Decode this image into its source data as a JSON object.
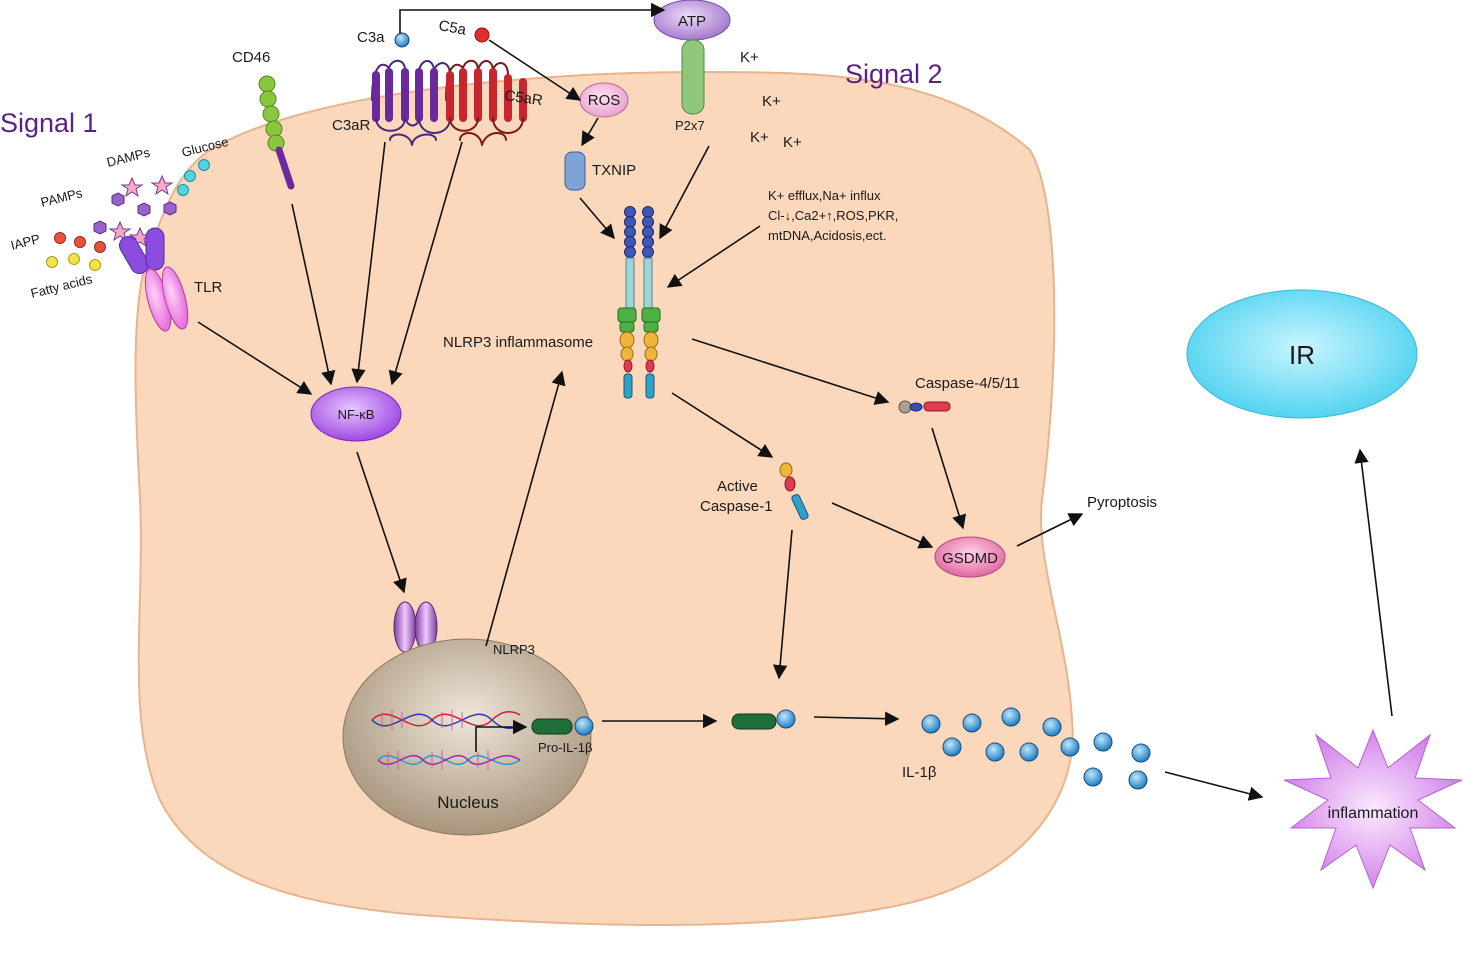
{
  "labels": {
    "signal1": "Signal 1",
    "signal2": "Signal 2",
    "cd46": "CD46",
    "c3a": "C3a",
    "c5a": "C5a",
    "c3ar": "C3aR",
    "c5ar": "C5aR",
    "atp": "ATP",
    "p2x7": "P2x7",
    "k1": "K+",
    "k2": "K+",
    "k3": "K+",
    "k4": "K+",
    "ros": "ROS",
    "txnip": "TXNIP",
    "stimuli_line1": "K+ efflux,Na+ influx",
    "stimuli_line2": "Cl-↓,Ca2+↑,ROS,PKR,",
    "stimuli_line3": "mtDNA,Acidosis,ect.",
    "damps": "DAMPs",
    "glucose": "Glucose",
    "pamps": "PAMPs",
    "iapp": "IAPP",
    "fatty_acids": "Fatty acids",
    "tlr": "TLR",
    "nfkb": "NF-κB",
    "nlrp3_inflammasome": "NLRP3 inflammasome",
    "caspase4511": "Caspase-4/5/11",
    "active_caspase1_line1": "Active",
    "active_caspase1_line2": "Caspase-1",
    "gsdmd": "GSDMD",
    "pyroptosis": "Pyroptosis",
    "nlrp3": "NLRP3",
    "pro_il1b": "Pro-IL-1β",
    "nucleus": "Nucleus",
    "il1b": "IL-1β",
    "inflammation": "inflammation",
    "ir": "IR"
  },
  "colors": {
    "cell": "#fbd7bc",
    "cell_edge": "#e8b48e",
    "nucleus": "#b9a791",
    "nfkb": "#a24fe0",
    "ros": "#f1b3d9",
    "txnip": "#7fa3d6",
    "atp": "#b48fd3",
    "p2x7": "#8fc87a",
    "c3ar": "#6a2a9c",
    "c5ar": "#c8262d",
    "cd46": "#79b83a",
    "gsdmd": "#e879b0",
    "il1b": "#2e98d6",
    "inflammation": "#d988f2",
    "ir": "#5fd8f2"
  }
}
